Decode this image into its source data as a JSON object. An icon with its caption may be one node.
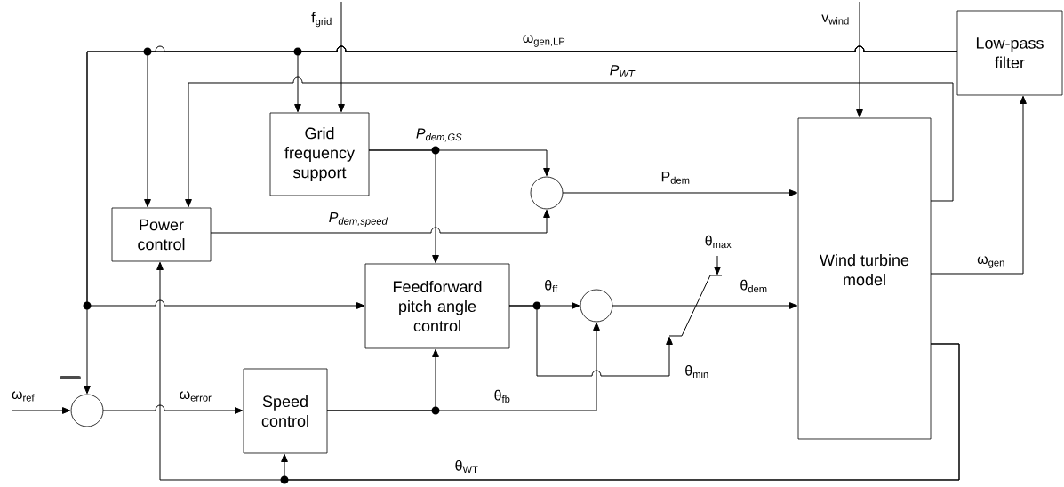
{
  "diagram": {
    "nodes": [
      {
        "text": [
          "Low-pass filter"
        ]
      },
      {
        "text": [
          "Grid frequency support"
        ]
      },
      {
        "text": [
          "Power control"
        ]
      },
      {
        "text": [],
        "shape": "circle"
      },
      {
        "text": [
          "Feedforward pitch angle control"
        ]
      },
      {
        "text": [],
        "shape": "circle"
      },
      {
        "text": [
          "Wind turbine model"
        ]
      },
      {
        "text": [],
        "shape": "circle"
      },
      {
        "text": [
          "Speed control"
        ]
      },
      {
        "text": [],
        "shape": "limiter"
      }
    ],
    "edges": [
      {
        "from": null,
        "to": 1,
        "arrow": "to",
        "label": "f$_{grid}$"
      },
      {
        "from": null,
        "to": 6,
        "arrow": "to",
        "label": "v$_{wind}$"
      },
      {
        "from": 0,
        "to": 2,
        "arrow": "to",
        "label": "ω$_{gen,LP}$"
      },
      {
        "from": 0,
        "to": 1,
        "arrow": "to"
      },
      {
        "from": 0,
        "to": 7,
        "arrow": "to"
      },
      {
        "from": 0,
        "to": 4,
        "arrow": "to"
      },
      {
        "from": 6,
        "to": 2,
        "arrow": "to",
        "label": "P$_{WT}$"
      },
      {
        "from": 1,
        "to": 3,
        "arrow": "to",
        "label": "P$_{dem,GS}$"
      },
      {
        "from": 1,
        "to": 4,
        "arrow": "to"
      },
      {
        "from": 2,
        "to": 3,
        "arrow": "to",
        "label": "P$_{dem,speed}$"
      },
      {
        "from": 3,
        "to": 6,
        "arrow": "to",
        "label": "P$_{dem}$"
      },
      {
        "from": 6,
        "to": 0,
        "arrow": "to",
        "label": "ω$_{gen}$"
      },
      {
        "from": null,
        "to": 7,
        "arrow": "to",
        "label": "ω$_{ref}$"
      },
      {
        "from": 7,
        "to": 8,
        "arrow": "to",
        "label": "ω$_{error}$"
      },
      {
        "from": 8,
        "to": 4,
        "arrow": "to"
      },
      {
        "from": 8,
        "to": 5,
        "arrow": "to",
        "label": "θ$_{fb}$"
      },
      {
        "from": 4,
        "to": 5,
        "arrow": "to",
        "label": "θ$_{ff}$"
      },
      {
        "from": 4,
        "to": 9,
        "arrow": "to",
        "label": "θ$_{min}$"
      },
      {
        "from": null,
        "to": 9,
        "arrow": "to",
        "label": "θ$_{max}$"
      },
      {
        "from": 5,
        "to": 9,
        "arrow": "none"
      },
      {
        "from": 9,
        "to": 6,
        "arrow": "to",
        "label": "θ$_{dem}$"
      },
      {
        "from": 6,
        "to": 2,
        "arrow": "to",
        "label": "θ$_{WT}$"
      },
      {
        "from": 6,
        "to": 8,
        "arrow": "to"
      }
    ]
  }
}
